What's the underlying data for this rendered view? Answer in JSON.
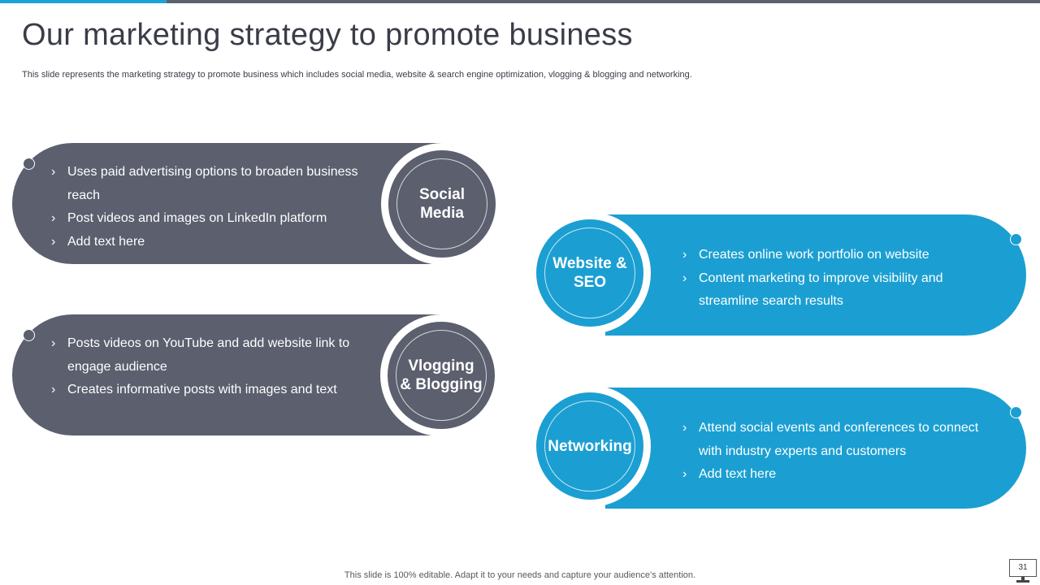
{
  "slide": {
    "title": "Our marketing strategy to promote business",
    "subtitle": "This slide represents the marketing strategy to promote business which includes social media, website & search engine optimization, vlogging & blogging and networking.",
    "footer": "This slide is 100% editable. Adapt it to your needs and capture your audience’s attention.",
    "page_number": "31"
  },
  "colors": {
    "accent_blue": "#1b9fd2",
    "dark_slate": "#5b5f6e",
    "title_text": "#3a3d48"
  },
  "bullet_glyph": "›",
  "strategies": {
    "social_media": {
      "label": "Social\nMedia",
      "bullets": [
        "Uses paid advertising options to broaden business reach",
        "Post videos and images on LinkedIn platform",
        "Add text here"
      ]
    },
    "vlogging_blogging": {
      "label": "Vlogging\n& Blogging",
      "bullets": [
        "Posts videos on YouTube  and add website link to engage audience",
        "Creates informative posts with images and text"
      ]
    },
    "website_seo": {
      "label": "Website &\nSEO",
      "bullets": [
        "Creates online work portfolio on website",
        "Content marketing to improve visibility and streamline search results"
      ]
    },
    "networking": {
      "label": "Networking",
      "bullets": [
        "Attend social events and conferences to connect with industry experts and customers",
        "Add text here"
      ]
    }
  }
}
